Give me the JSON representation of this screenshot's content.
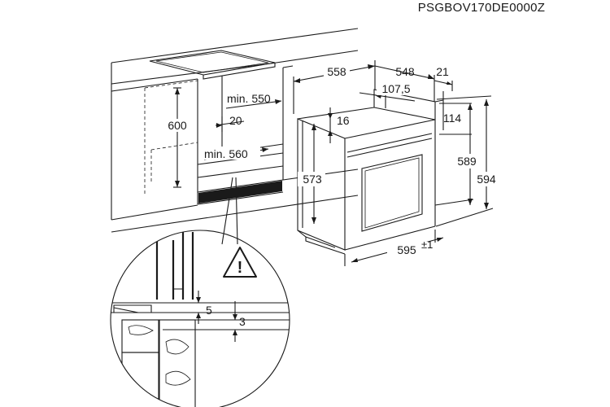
{
  "title_code": "PSGBOV170DE0000Z",
  "dimensions": {
    "niche_height": "600",
    "min_width": "min. 550",
    "gap_20": "20",
    "min_depth": "min. 560",
    "width_558": "558",
    "depth_548": "548",
    "offset_21": "21",
    "offset_107_5": "107,5",
    "top_16": "16",
    "top_114": "114",
    "height_573": "573",
    "height_589": "589",
    "height_594": "594",
    "width_595": "595",
    "tolerance": "±1"
  },
  "detail": {
    "gap_5": "5",
    "gap_3": "3",
    "warning_symbol": "!"
  },
  "icons": {
    "warning": "warning-triangle-icon"
  }
}
